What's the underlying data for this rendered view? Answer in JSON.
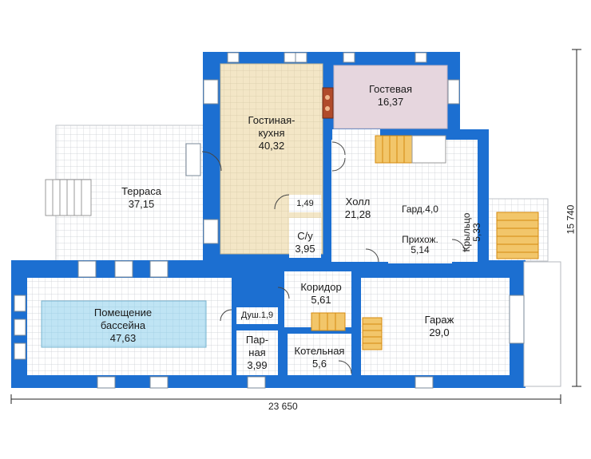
{
  "rooms": {
    "guest": {
      "name": "Гостевая",
      "area": "16,37"
    },
    "living": {
      "name1": "Гостиная-",
      "name2": "кухня",
      "area": "40,32"
    },
    "terrace": {
      "name": "Терраса",
      "area": "37,15"
    },
    "closet": {
      "area": "1,49"
    },
    "wc": {
      "name": "С/у",
      "area": "3,95"
    },
    "hall": {
      "name": "Холл",
      "area": "21,28"
    },
    "wardrobe": {
      "label": "Гард.4,0"
    },
    "entry": {
      "name": "Прихож.",
      "area": "5,14"
    },
    "porch": {
      "name": "Крыльцо",
      "area": "5,33"
    },
    "corridor": {
      "name": "Коридор",
      "area": "5,61"
    },
    "pool": {
      "name1": "Помещение",
      "name2": "бассейна",
      "area": "47,63"
    },
    "shower": {
      "label": "Душ.1,9"
    },
    "sauna": {
      "name": "Пар-",
      "name2": "ная",
      "area": "3,99"
    },
    "boiler": {
      "name": "Котельная",
      "area": "5,6"
    },
    "garage": {
      "name": "Гараж",
      "area": "29,0"
    }
  },
  "dimensions": {
    "width": "23 650",
    "height": "15 740"
  },
  "colors": {
    "wall": "#1c6fd1",
    "living": "#f3e6c6",
    "guest": "#e6d6de",
    "pool": "#bfe4f4",
    "grid": "#c9ccd2",
    "stairs": "#e9a524"
  }
}
